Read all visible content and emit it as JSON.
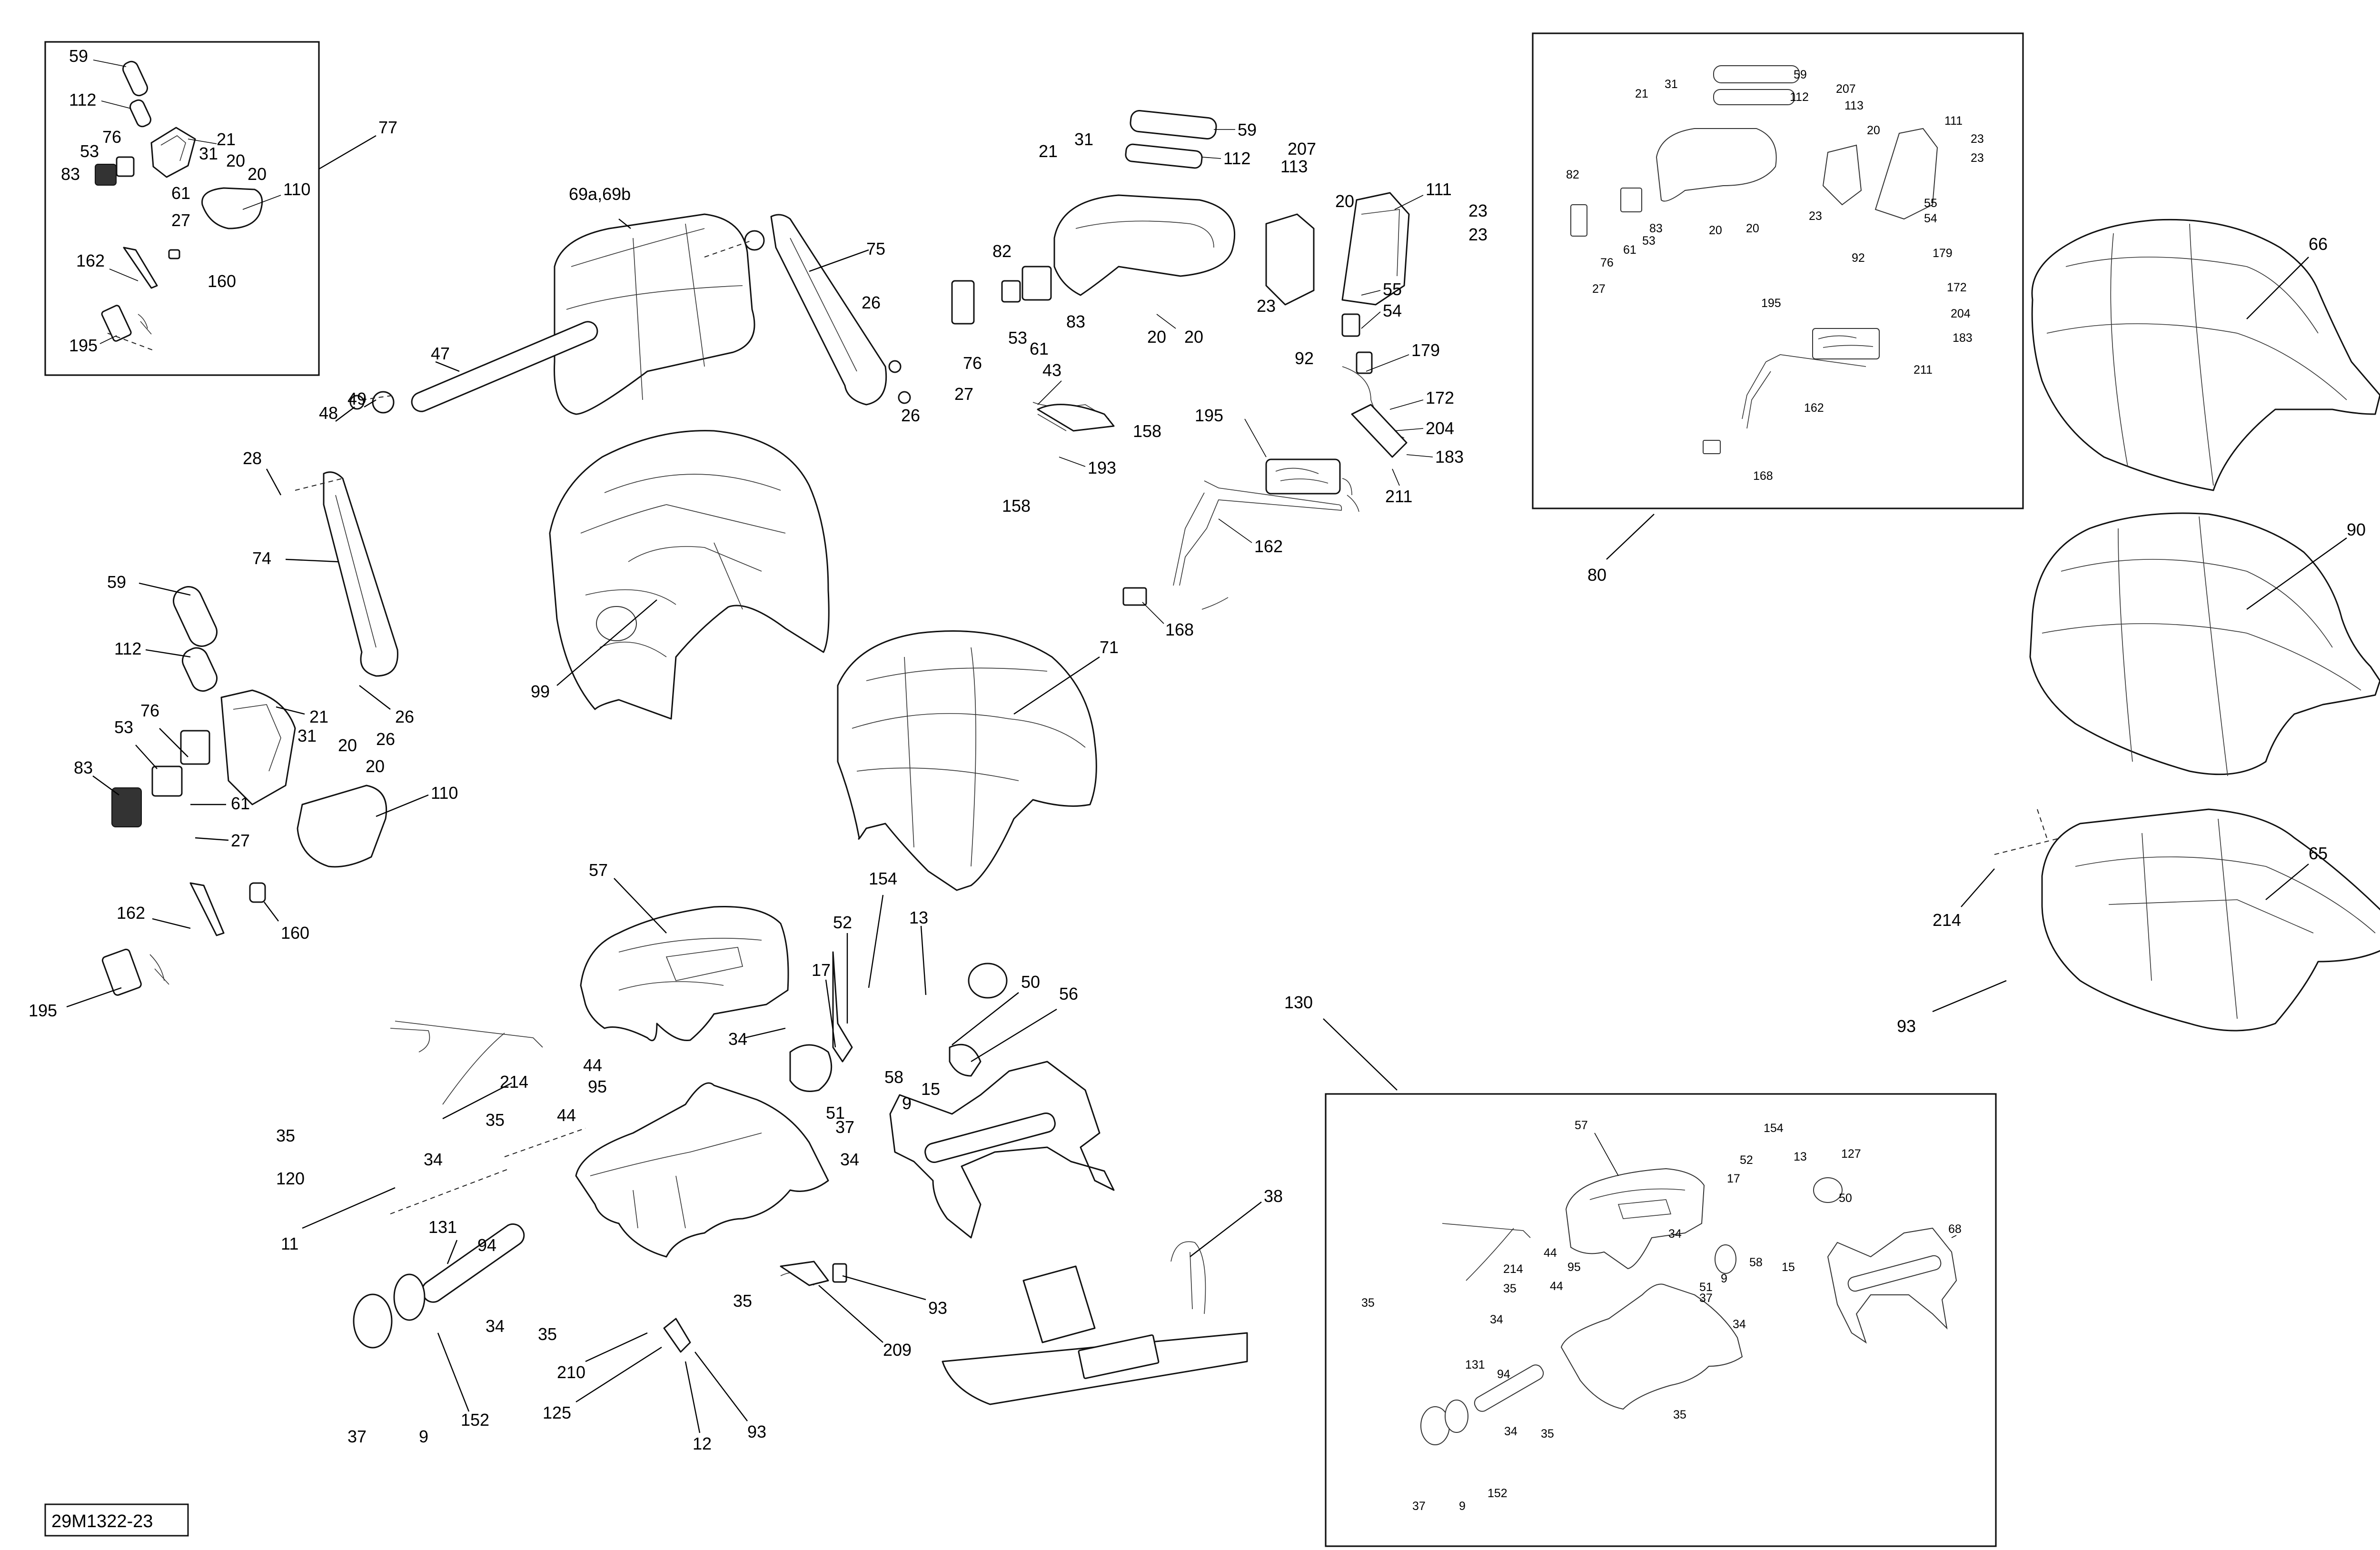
{
  "drawing_number": "29M1322-23",
  "inset_labels": {
    "inset_top_left": "77",
    "inset_top_right": "80",
    "inset_bottom_right": "130"
  },
  "callouts": {
    "c59": "59",
    "c112": "112",
    "c21": "21",
    "c31": "31",
    "c20": "20",
    "c53": "53",
    "c76": "76",
    "c83": "83",
    "c61": "61",
    "c27": "27",
    "c110": "110",
    "c162": "162",
    "c160": "160",
    "c195": "195",
    "c69": "69a,69b",
    "c75": "75",
    "c26": "26",
    "c47": "47",
    "c48": "48",
    "c49": "49",
    "c28": "28",
    "c74": "74",
    "c99": "99",
    "c71": "71",
    "c82": "82",
    "c43": "43",
    "c158": "158",
    "c193": "193",
    "c207": "207",
    "c113": "113",
    "c111": "111",
    "c23": "23",
    "c55": "55",
    "c54": "54",
    "c92": "92",
    "c179": "179",
    "c172": "172",
    "c204": "204",
    "c183": "183",
    "c211": "211",
    "c168": "168",
    "c66": "66",
    "c90": "90",
    "c65": "65",
    "c214": "214",
    "c93": "93",
    "c57": "57",
    "c154": "154",
    "c13": "13",
    "c52": "52",
    "c17": "17",
    "c50": "50",
    "c56": "56",
    "c34": "34",
    "c44": "44",
    "c58": "58",
    "c15": "15",
    "c9": "9",
    "c51": "51",
    "c95": "95",
    "c35": "35",
    "c37": "37",
    "c120": "120",
    "c11": "11",
    "c131": "131",
    "c94": "94",
    "c38": "38",
    "c209": "209",
    "c210": "210",
    "c125": "125",
    "c12": "12",
    "c152": "152",
    "c130": "130",
    "c127": "127",
    "c68": "68"
  }
}
